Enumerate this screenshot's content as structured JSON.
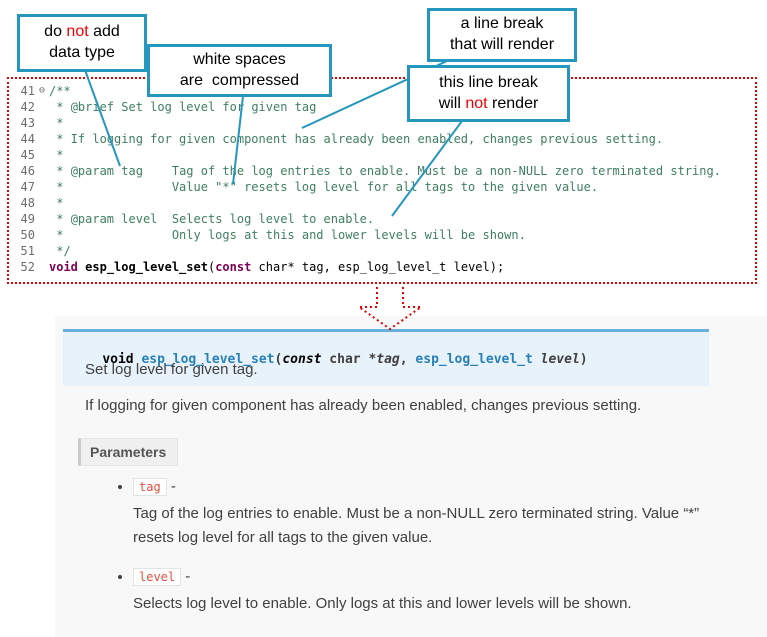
{
  "colors": {
    "callout_border": "#2596BE",
    "annotation_red": "#EE0000",
    "code_comment": "#3F7F5F",
    "code_keyword": "#7F0055",
    "dotted_outline": "#E60000",
    "signature_background": "#E7F2FA",
    "signature_border": "#6AB0DE",
    "doc_link": "#2980B9",
    "literal_red": "#E74C3C"
  },
  "callouts": [
    {
      "lines": [
        [
          {
            "t": "do "
          },
          {
            "t": "not",
            "red": true
          },
          {
            "t": " add"
          }
        ],
        [
          {
            "t": "data type"
          }
        ]
      ]
    },
    {
      "lines": [
        [
          {
            "t": "white spaces"
          }
        ],
        [
          {
            "t": "are  compressed"
          }
        ]
      ]
    },
    {
      "lines": [
        [
          {
            "t": "a line break"
          }
        ],
        [
          {
            "t": "that will render"
          }
        ]
      ]
    },
    {
      "lines": [
        [
          {
            "t": "this line break"
          }
        ],
        [
          {
            "t": "will "
          },
          {
            "t": "not",
            "red": true
          },
          {
            "t": " render"
          }
        ]
      ]
    }
  ],
  "code": {
    "lines": [
      {
        "num": "41",
        "fold": "⊖",
        "segments": [
          {
            "t": "/**",
            "cls": "comment"
          }
        ]
      },
      {
        "num": "42",
        "segments": [
          {
            "t": " * ",
            "cls": "comment"
          },
          {
            "t": "@brief",
            "cls": "doctag"
          },
          {
            "t": " Set log level for given tag",
            "cls": "comment"
          }
        ]
      },
      {
        "num": "43",
        "segments": [
          {
            "t": " *",
            "cls": "comment"
          }
        ]
      },
      {
        "num": "44",
        "segments": [
          {
            "t": " * If logging for given component has already been enabled, changes previous setting.",
            "cls": "comment"
          }
        ]
      },
      {
        "num": "45",
        "segments": [
          {
            "t": " *",
            "cls": "comment"
          }
        ]
      },
      {
        "num": "46",
        "segments": [
          {
            "t": " * ",
            "cls": "comment"
          },
          {
            "t": "@param",
            "cls": "doctag"
          },
          {
            "t": " tag    Tag of the log entries to enable. Must be a non-NULL zero terminated string.",
            "cls": "comment"
          }
        ]
      },
      {
        "num": "47",
        "segments": [
          {
            "t": " *               Value \"*\" resets log level for all tags to the given value.",
            "cls": "comment"
          }
        ]
      },
      {
        "num": "48",
        "segments": [
          {
            "t": " *",
            "cls": "comment"
          }
        ]
      },
      {
        "num": "49",
        "segments": [
          {
            "t": " * ",
            "cls": "comment"
          },
          {
            "t": "@param",
            "cls": "doctag"
          },
          {
            "t": " level  Selects log level to enable.",
            "cls": "comment"
          }
        ]
      },
      {
        "num": "50",
        "segments": [
          {
            "t": " *               Only logs at this and lower levels will be shown.",
            "cls": "comment"
          }
        ]
      },
      {
        "num": "51",
        "segments": [
          {
            "t": " */",
            "cls": "comment"
          }
        ]
      },
      {
        "num": "52",
        "segments": [
          {
            "t": "void",
            "cls": "kw"
          },
          {
            "t": " ",
            "cls": "plain"
          },
          {
            "t": "esp_log_level_set",
            "cls": "fname"
          },
          {
            "t": "(",
            "cls": "plain"
          },
          {
            "t": "const",
            "cls": "kw"
          },
          {
            "t": " char* tag, esp_log_level_t level);",
            "cls": "plain"
          }
        ]
      }
    ]
  },
  "docs": {
    "signature": {
      "segments": [
        {
          "t": "void ",
          "cls": "skw"
        },
        {
          "t": "esp_log_level_set",
          "cls": "sname"
        },
        {
          "t": "(",
          "cls": "sp"
        },
        {
          "t": "const",
          "cls": "skwi"
        },
        {
          "t": " char *",
          "cls": "sp"
        },
        {
          "t": "tag",
          "cls": "sparam"
        },
        {
          "t": ", ",
          "cls": "sp"
        },
        {
          "t": "esp_log_level_t",
          "cls": "stype"
        },
        {
          "t": " ",
          "cls": "sp"
        },
        {
          "t": "level",
          "cls": "sparam"
        },
        {
          "t": ")",
          "cls": "sp"
        }
      ]
    },
    "brief": "Set log level for given tag.",
    "description": "If logging for given component has already been enabled, changes previous setting.",
    "parameters_label": "Parameters",
    "separator": "-",
    "params": [
      {
        "name": "tag",
        "desc": "Tag of the log entries to enable. Must be a non-NULL zero terminated string. Value “*” resets log level for all tags to the given value."
      },
      {
        "name": "level",
        "desc": "Selects log level to enable. Only logs at this and lower levels will be shown."
      }
    ]
  }
}
